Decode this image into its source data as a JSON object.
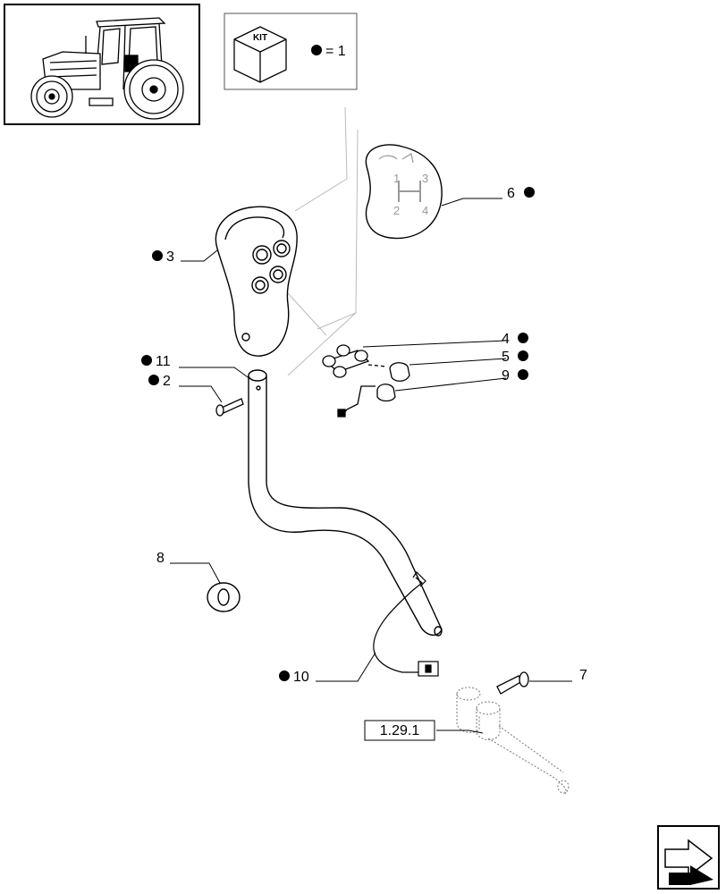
{
  "kit_legend": {
    "kit_label": "KIT",
    "equals_text": "= 1"
  },
  "callouts": [
    {
      "id": "3",
      "text": "3",
      "kit": true
    },
    {
      "id": "6",
      "text": "6",
      "kit": true
    },
    {
      "id": "4",
      "text": "4",
      "kit": true
    },
    {
      "id": "5",
      "text": "5",
      "kit": true
    },
    {
      "id": "9",
      "text": "9",
      "kit": true
    },
    {
      "id": "11",
      "text": "11",
      "kit": true
    },
    {
      "id": "2",
      "text": "2",
      "kit": true
    },
    {
      "id": "8",
      "text": "8",
      "kit": false
    },
    {
      "id": "10",
      "text": "10",
      "kit": true
    },
    {
      "id": "7",
      "text": "7",
      "kit": false
    }
  ],
  "reference_box": {
    "text": "1.29.1"
  },
  "gear_plate": {
    "digits": [
      "1",
      "2",
      "3",
      "4"
    ]
  },
  "icons": [
    "tractor-thumbnail-icon",
    "kit-cube-icon",
    "kit-bullet-icon",
    "next-page-arrow-icon"
  ]
}
